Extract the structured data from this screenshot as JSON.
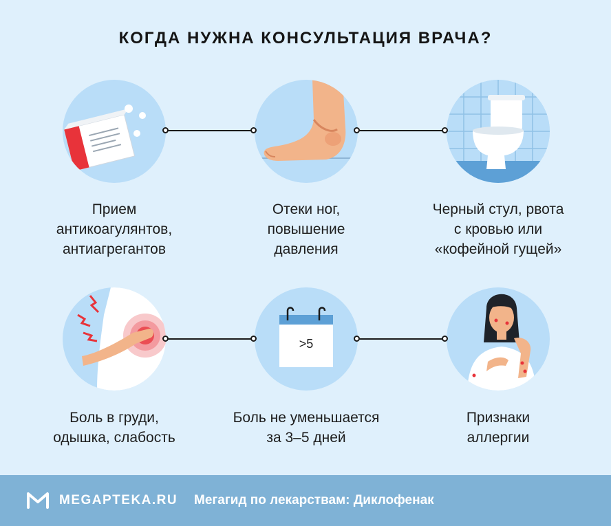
{
  "title": "КОГДА НУЖНА КОНСУЛЬТАЦИЯ ВРАЧА?",
  "items": [
    {
      "icon": "pill-box-icon",
      "lines": [
        "Прием",
        "антикоагулянтов,",
        "антиагрегантов"
      ]
    },
    {
      "icon": "swollen-foot-icon",
      "lines": [
        "Отеки ног,",
        "повышение",
        "давления"
      ]
    },
    {
      "icon": "toilet-icon",
      "lines": [
        "Черный стул, рвота",
        "с кровью или",
        "«кофейной гущей»"
      ]
    },
    {
      "icon": "chest-pain-icon",
      "lines": [
        "Боль в груди,",
        "одышка, слабость"
      ]
    },
    {
      "icon": "calendar-icon",
      "calendar_text": ">5",
      "lines": [
        "Боль не уменьшается",
        "за 3–5 дней"
      ]
    },
    {
      "icon": "allergy-woman-icon",
      "lines": [
        "Признаки",
        "аллергии"
      ]
    }
  ],
  "footer": {
    "brand": "MEGAPTEKA.RU",
    "tagline": "Мегагид по лекарствам: Диклофенак"
  },
  "colors": {
    "background": "#dff0fc",
    "circle": "#b9ddf8",
    "footer": "#7fb2d6",
    "accent_red": "#e8333a"
  }
}
